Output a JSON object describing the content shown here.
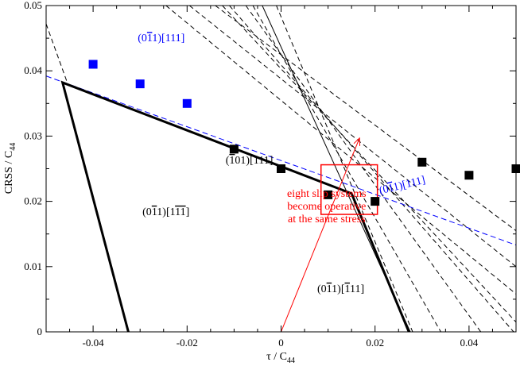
{
  "chart_data": {
    "type": "scatter",
    "xlabel": "τ / C",
    "xlabel_sub": "44",
    "ylabel": "CRSS / C",
    "ylabel_sub": "44",
    "xlim": [
      -0.05,
      0.05
    ],
    "ylim": [
      0,
      0.05
    ],
    "x_ticks": [
      -0.04,
      -0.02,
      0,
      0.02,
      0.04
    ],
    "x_tick_labels": [
      "-0.04",
      "-0.02",
      "0",
      "0.02",
      "0.04"
    ],
    "y_ticks": [
      0,
      0.01,
      0.02,
      0.03,
      0.04,
      0.05
    ],
    "y_tick_labels": [
      "0",
      "0.01",
      "0.02",
      "0.03",
      "0.04",
      "0.05"
    ],
    "colors": {
      "blue": "#0000ff",
      "red": "#ff0000",
      "black": "#000000"
    },
    "series": [
      {
        "marker": "square",
        "color": "#0000ff",
        "points": [
          [
            -0.04,
            0.041
          ],
          [
            -0.03,
            0.038
          ],
          [
            -0.02,
            0.035
          ]
        ]
      },
      {
        "marker": "square",
        "color": "#000000",
        "points": [
          [
            -0.01,
            0.028
          ],
          [
            0.0,
            0.025
          ],
          [
            0.01,
            0.021
          ],
          [
            0.02,
            0.02
          ],
          [
            0.03,
            0.026
          ],
          [
            0.04,
            0.024
          ],
          [
            0.05,
            0.025
          ]
        ]
      }
    ],
    "envelope": [
      [
        -0.0325,
        0
      ],
      [
        -0.0465,
        0.0382
      ],
      [
        0.015,
        0.0212
      ],
      [
        0.0272,
        0
      ]
    ],
    "blue_dashed_line": [
      [
        -0.05,
        0.0392
      ],
      [
        0.05,
        0.0133
      ]
    ],
    "dashed_lines": [
      [
        [
          -0.05,
          0.0472
        ],
        [
          -0.0455,
          0.0382
        ]
      ],
      [
        [
          -0.0245,
          0.05
        ],
        [
          0.05,
          0.0058
        ]
      ],
      [
        [
          -0.0195,
          0.05
        ],
        [
          0.05,
          0.01
        ]
      ],
      [
        [
          -0.014,
          0.05
        ],
        [
          0.05,
          0.0155
        ]
      ],
      [
        [
          -0.011,
          0.05
        ],
        [
          0.0495,
          0
        ]
      ],
      [
        [
          -0.0075,
          0.05
        ],
        [
          0.0425,
          0
        ]
      ],
      [
        [
          -0.001,
          0.05
        ],
        [
          0.028,
          0
        ]
      ],
      [
        [
          -0.006,
          0.05
        ],
        [
          0.034,
          0
        ]
      ],
      [
        [
          -0.0125,
          0.05
        ],
        [
          0.05,
          0.0015
        ]
      ]
    ],
    "solid_thin_lines": [
      [
        [
          -0.004,
          0.05
        ],
        [
          0.0275,
          0
        ]
      ]
    ],
    "highlight_box": {
      "x0": 0.0085,
      "x1": 0.0205,
      "y0": 0.018,
      "y1": 0.0256
    },
    "arrow": {
      "from": [
        0.0,
        0.0
      ],
      "to": [
        0.0167,
        0.0297
      ]
    },
    "annotations": {
      "blue_label": {
        "pre": "(0",
        "bar": "1",
        "post": "1)[111]",
        "x": -0.0305,
        "y": 0.0445,
        "color": "#0000ff"
      },
      "blue_line_label": {
        "pre": "(0",
        "bar": "1",
        "post": "1)[111]",
        "x": 0.0211,
        "y": 0.0211,
        "color": "#0000ff",
        "rotate": -14
      },
      "label_101": {
        "pre": "(",
        "bar": "1",
        "post": "01)[111]",
        "x": -0.0118,
        "y": 0.0258,
        "color": "#000000"
      },
      "label_left": {
        "pre": "(0",
        "bar": "1",
        "post": "1)[1",
        "bar2": "11",
        "post2": "]",
        "x": -0.0295,
        "y": 0.0179,
        "color": "#000000"
      },
      "label_right": {
        "pre": "(0",
        "bar": "1",
        "post": "1)[",
        "bar2": "1",
        "post2": "11]",
        "x": 0.0077,
        "y": 0.0061,
        "color": "#000000"
      },
      "red_text": {
        "lines": [
          "eight slip systems",
          "become operative",
          "at the same stress"
        ],
        "x": 0.0097,
        "y": 0.0207,
        "color": "#ff0000"
      }
    }
  }
}
